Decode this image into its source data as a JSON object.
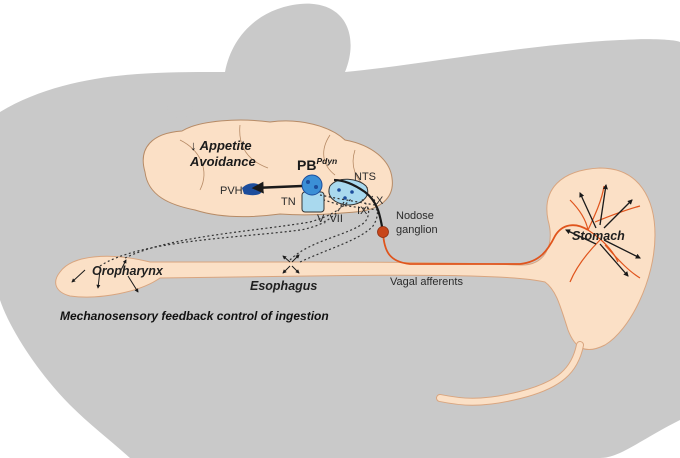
{
  "labels": {
    "appetite_line1": "↓ Appetite",
    "appetite_line2": "Avoidance",
    "pb_main": "PB",
    "pb_super": "Pdyn",
    "nts": "NTS",
    "pvh": "PVH",
    "tn": "TN",
    "x_nerve": "X",
    "ix_nerve": "IX",
    "v_vii": "V, VII",
    "nodose_line1": "Nodose",
    "nodose_line2": "ganglion",
    "stomach": "Stomach",
    "oropharynx": "Oropharynx",
    "esophagus": "Esophagus",
    "vagal_afferents": "Vagal afferents",
    "caption": "Mechanosensory feedback control of ingestion"
  },
  "colors": {
    "mouse_body": "#c9c9c9",
    "tissue": "#fbe0c6",
    "tissue_outline": "#d9a57f",
    "nerve": "#e0541c",
    "nodose": "#c8461a",
    "pb_blue": "#3b8fd6",
    "pvh_blue": "#1c4d9c",
    "nts_light": "#a9d9ee"
  }
}
